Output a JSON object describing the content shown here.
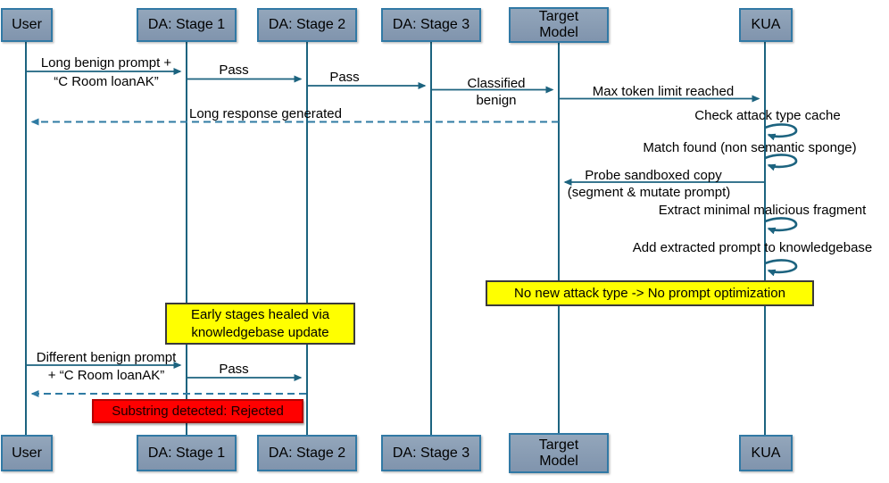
{
  "diagram_type": "uml-sequence-diagram",
  "colors": {
    "text": "#000000",
    "actor_fill_top": "#93A6BB",
    "actor_fill_bottom": "#8094AD",
    "actor_border": "#3179A5",
    "line": "#1C637F",
    "dashed_line": "#2F7BA3",
    "note_yellow_bg": "#FFFF00",
    "note_yellow_border": "#3A3A3A",
    "note_red_bg": "#FF0000",
    "note_red_border": "#B30000"
  },
  "actors": {
    "user": "User",
    "da_stage1": "DA: Stage 1",
    "da_stage2": "DA: Stage 2",
    "da_stage3": "DA: Stage 3",
    "target_model_line1": "Target",
    "target_model_line2": "Model",
    "kua": "KUA"
  },
  "messages": {
    "long_benign_line1": "Long benign prompt +",
    "long_benign_line2": "“C Room loanAK”",
    "pass1": "Pass",
    "pass2": "Pass",
    "classified_line1": "Classified",
    "classified_line2": "benign",
    "max_token": "Max token limit reached",
    "long_response": "Long response generated",
    "check_cache": "Check attack type cache",
    "match_found": "Match found (non semantic sponge)",
    "probe_line1": "Probe sandboxed copy",
    "probe_line2": "(segment & mutate prompt)",
    "extract_fragment": "Extract minimal malicious fragment",
    "add_to_kb": "Add extracted prompt to knowledgebase",
    "different_benign_line1": "Different benign prompt",
    "different_benign_line2": "+ “C Room loanAK”",
    "pass3": "Pass"
  },
  "notes": {
    "no_new_attack": "No new attack type -> No prompt optimization",
    "early_stages_line1": "Early stages healed via",
    "early_stages_line2": "knowledgebase update",
    "substring_rejected": "Substring detected: Rejected"
  }
}
